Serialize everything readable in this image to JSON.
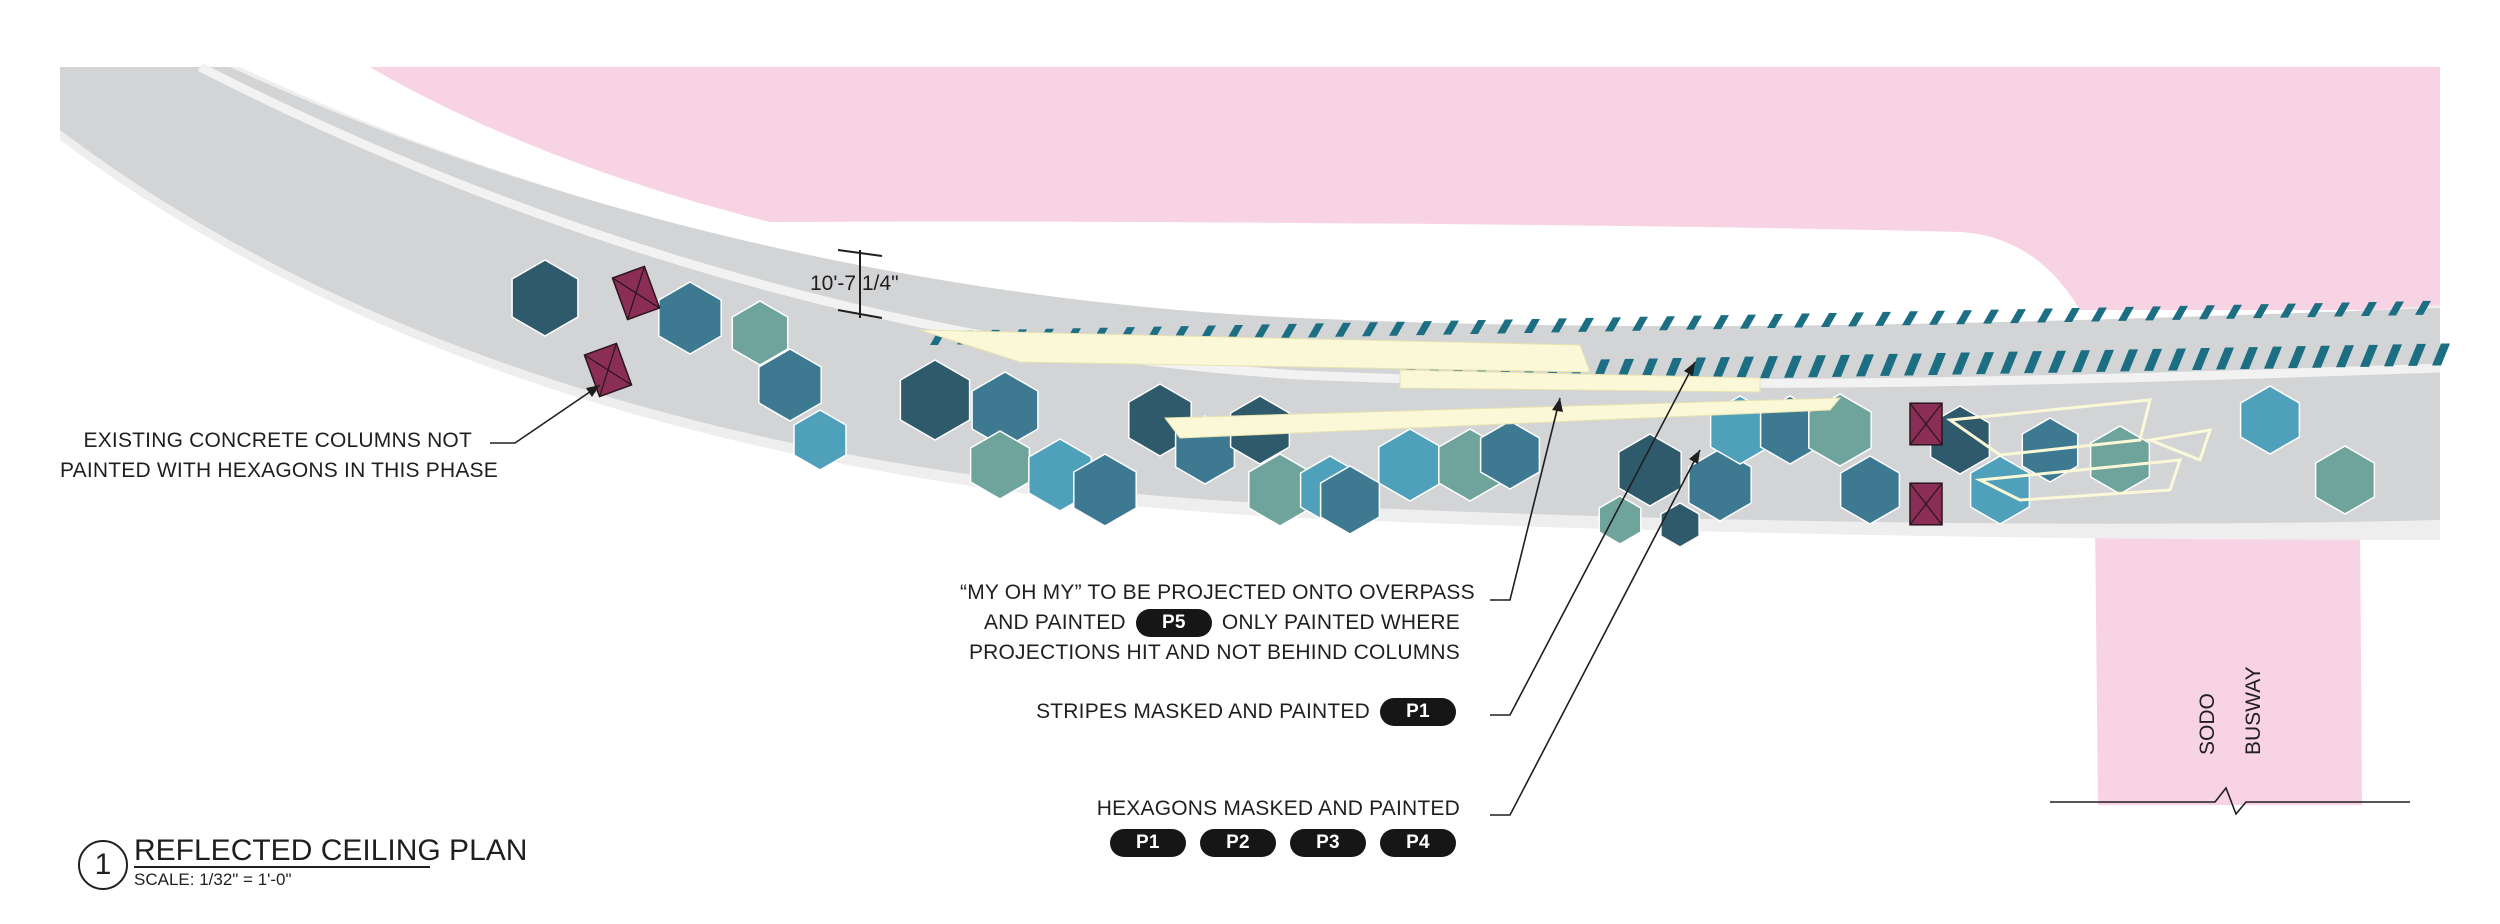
{
  "drawing": {
    "title": "REFLECTED CEILING PLAN",
    "number": "1",
    "scale": "SCALE: 1/32\" = 1'-0\"",
    "dimension": "10'-7 1/4\""
  },
  "callouts": {
    "columns": [
      "EXISTING CONCRETE COLUMNS NOT",
      "PAINTED WITH HEXAGONS IN THIS PHASE"
    ],
    "projection_line1": "“MY OH MY” TO BE PROJECTED ONTO OVERPASS",
    "projection_line2_pre": "AND PAINTED",
    "projection_line2_post": "ONLY PAINTED WHERE",
    "projection_line3": "PROJECTIONS HIT AND NOT BEHIND COLUMNS",
    "stripes": "STRIPES MASKED AND PAINTED",
    "hexagons": "HEXAGONS MASKED AND PAINTED"
  },
  "paints": {
    "p1": "P1",
    "p2": "P2",
    "p3": "P3",
    "p4": "P4",
    "p5": "P5"
  },
  "streets": {
    "sodo": "SODO",
    "busway": "BUSWAY"
  },
  "colors": {
    "pink_zone": "#f7d3e4",
    "overpass": "#d3d4d6",
    "stripe_teal": "#1c6f82",
    "hex_dark": "#2e5a6b",
    "hex_mid": "#3d7a92",
    "hex_light": "#4fa0bb",
    "hex_sage": "#6fa49c",
    "column": "#8a2e55",
    "projection": "#fbf8d8"
  }
}
